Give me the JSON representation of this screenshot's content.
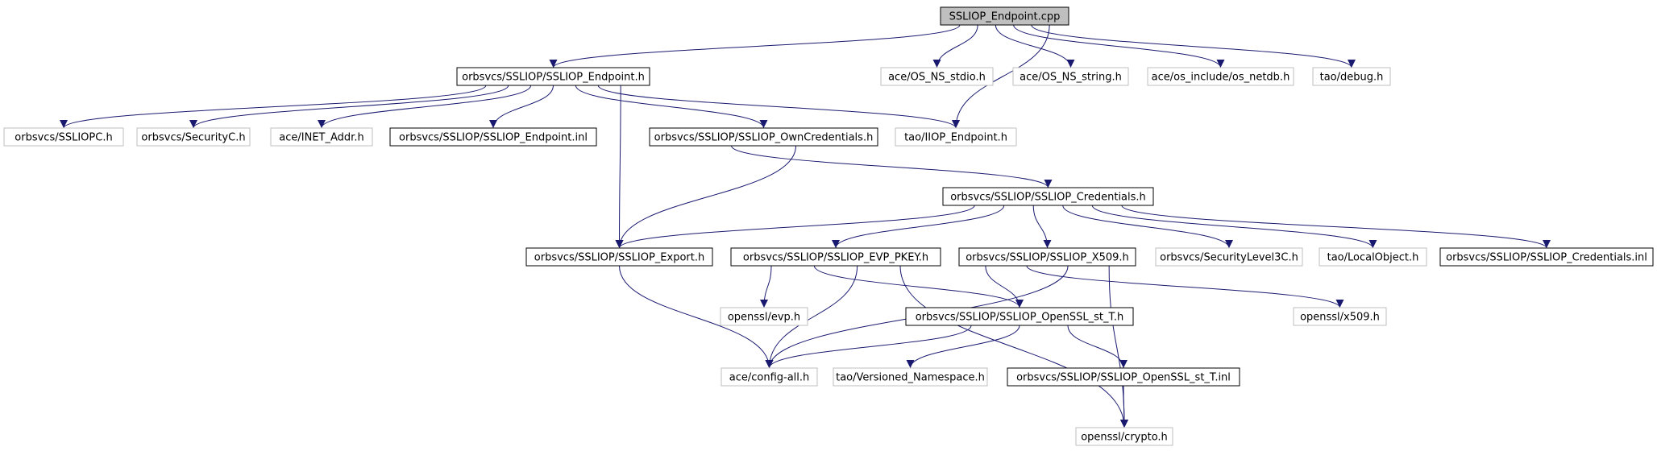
{
  "colors": {
    "edge": "#191970",
    "root_fill": "#bfbfbf",
    "border_solid": "#000000",
    "border_light": "#bfbfbf",
    "background": "#ffffff"
  },
  "nodes": [
    {
      "id": "n0",
      "label": "SSLIOP_Endpoint.cpp",
      "style": "root"
    },
    {
      "id": "n1",
      "label": "orbsvcs/SSLIOP/SSLIOP_Endpoint.h",
      "style": "solid"
    },
    {
      "id": "n2",
      "label": "ace/OS_NS_stdio.h",
      "style": "light"
    },
    {
      "id": "n3",
      "label": "ace/OS_NS_string.h",
      "style": "light"
    },
    {
      "id": "n4",
      "label": "ace/os_include/os_netdb.h",
      "style": "light"
    },
    {
      "id": "n5",
      "label": "tao/debug.h",
      "style": "light"
    },
    {
      "id": "n6",
      "label": "orbsvcs/SSLIOPC.h",
      "style": "light"
    },
    {
      "id": "n7",
      "label": "orbsvcs/SecurityC.h",
      "style": "light"
    },
    {
      "id": "n8",
      "label": "ace/INET_Addr.h",
      "style": "light"
    },
    {
      "id": "n9",
      "label": "orbsvcs/SSLIOP/SSLIOP_Endpoint.inl",
      "style": "solid"
    },
    {
      "id": "n10",
      "label": "orbsvcs/SSLIOP/SSLIOP_OwnCredentials.h",
      "style": "solid"
    },
    {
      "id": "n11",
      "label": "tao/IIOP_Endpoint.h",
      "style": "light"
    },
    {
      "id": "n12",
      "label": "orbsvcs/SSLIOP/SSLIOP_Credentials.h",
      "style": "solid"
    },
    {
      "id": "n13",
      "label": "orbsvcs/SSLIOP/SSLIOP_Export.h",
      "style": "solid"
    },
    {
      "id": "n14",
      "label": "orbsvcs/SSLIOP/SSLIOP_EVP_PKEY.h",
      "style": "solid"
    },
    {
      "id": "n15",
      "label": "orbsvcs/SSLIOP/SSLIOP_X509.h",
      "style": "solid"
    },
    {
      "id": "n16",
      "label": "orbsvcs/SecurityLevel3C.h",
      "style": "light"
    },
    {
      "id": "n17",
      "label": "tao/LocalObject.h",
      "style": "light"
    },
    {
      "id": "n18",
      "label": "orbsvcs/SSLIOP/SSLIOP_Credentials.inl",
      "style": "solid"
    },
    {
      "id": "n19",
      "label": "openssl/evp.h",
      "style": "light"
    },
    {
      "id": "n20",
      "label": "orbsvcs/SSLIOP/SSLIOP_OpenSSL_st_T.h",
      "style": "solid"
    },
    {
      "id": "n21",
      "label": "openssl/x509.h",
      "style": "light"
    },
    {
      "id": "n22",
      "label": "ace/config-all.h",
      "style": "light"
    },
    {
      "id": "n23",
      "label": "tao/Versioned_Namespace.h",
      "style": "light"
    },
    {
      "id": "n24",
      "label": "orbsvcs/SSLIOP/SSLIOP_OpenSSL_st_T.inl",
      "style": "solid"
    },
    {
      "id": "n25",
      "label": "openssl/crypto.h",
      "style": "light"
    }
  ],
  "edges": [
    {
      "from": "n0",
      "to": "n1"
    },
    {
      "from": "n0",
      "to": "n2"
    },
    {
      "from": "n0",
      "to": "n3"
    },
    {
      "from": "n0",
      "to": "n4"
    },
    {
      "from": "n0",
      "to": "n5"
    },
    {
      "from": "n0",
      "to": "n11"
    },
    {
      "from": "n1",
      "to": "n6"
    },
    {
      "from": "n1",
      "to": "n7"
    },
    {
      "from": "n1",
      "to": "n8"
    },
    {
      "from": "n1",
      "to": "n9"
    },
    {
      "from": "n1",
      "to": "n10"
    },
    {
      "from": "n1",
      "to": "n11"
    },
    {
      "from": "n1",
      "to": "n13"
    },
    {
      "from": "n10",
      "to": "n12"
    },
    {
      "from": "n10",
      "to": "n13"
    },
    {
      "from": "n12",
      "to": "n13"
    },
    {
      "from": "n12",
      "to": "n14"
    },
    {
      "from": "n12",
      "to": "n15"
    },
    {
      "from": "n12",
      "to": "n16"
    },
    {
      "from": "n12",
      "to": "n17"
    },
    {
      "from": "n12",
      "to": "n18"
    },
    {
      "from": "n13",
      "to": "n22"
    },
    {
      "from": "n14",
      "to": "n19"
    },
    {
      "from": "n14",
      "to": "n20"
    },
    {
      "from": "n14",
      "to": "n22"
    },
    {
      "from": "n14",
      "to": "n25"
    },
    {
      "from": "n15",
      "to": "n20"
    },
    {
      "from": "n15",
      "to": "n21"
    },
    {
      "from": "n15",
      "to": "n22"
    },
    {
      "from": "n15",
      "to": "n25"
    },
    {
      "from": "n20",
      "to": "n22"
    },
    {
      "from": "n20",
      "to": "n23"
    },
    {
      "from": "n20",
      "to": "n24"
    },
    {
      "from": "n24",
      "to": "n25"
    }
  ]
}
